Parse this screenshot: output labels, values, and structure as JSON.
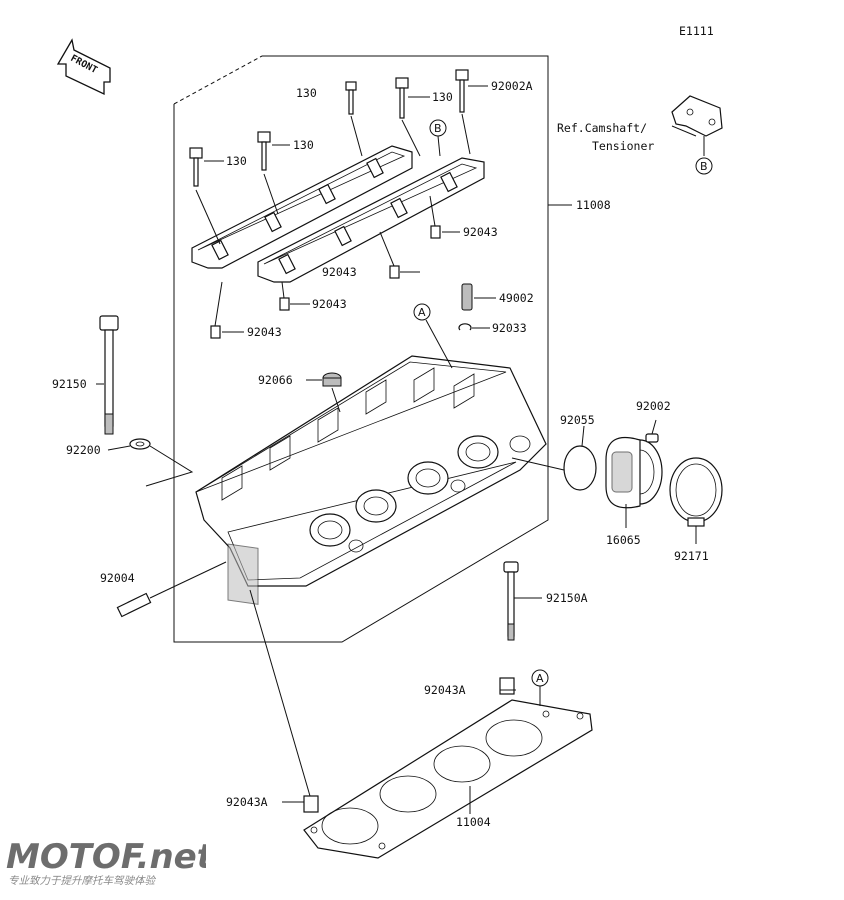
{
  "diagram_code": "E1111",
  "front_arrow_label": "FRONT",
  "reference_note": {
    "line1": "Ref.Camshaft/",
    "line2": "Tensioner"
  },
  "callouts": {
    "a": "A",
    "b": "B"
  },
  "parts": [
    {
      "id": "p130a",
      "label": "130"
    },
    {
      "id": "p130b",
      "label": "130"
    },
    {
      "id": "p130c",
      "label": "130"
    },
    {
      "id": "p130d",
      "label": "130"
    },
    {
      "id": "p92002A",
      "label": "92002A"
    },
    {
      "id": "p11008",
      "label": "11008"
    },
    {
      "id": "p92043a",
      "label": "92043"
    },
    {
      "id": "p92043b",
      "label": "92043"
    },
    {
      "id": "p92043c",
      "label": "92043"
    },
    {
      "id": "p92043d",
      "label": "92043"
    },
    {
      "id": "p49002",
      "label": "49002"
    },
    {
      "id": "p92033",
      "label": "92033"
    },
    {
      "id": "p92150",
      "label": "92150"
    },
    {
      "id": "p92066",
      "label": "92066"
    },
    {
      "id": "p92200",
      "label": "92200"
    },
    {
      "id": "p92055",
      "label": "92055"
    },
    {
      "id": "p92002",
      "label": "92002"
    },
    {
      "id": "p16065",
      "label": "16065"
    },
    {
      "id": "p92171",
      "label": "92171"
    },
    {
      "id": "p92004",
      "label": "92004"
    },
    {
      "id": "p92150A",
      "label": "92150A"
    },
    {
      "id": "p92043A1",
      "label": "92043A"
    },
    {
      "id": "p92043A2",
      "label": "92043A"
    },
    {
      "id": "p11004",
      "label": "11004"
    }
  ],
  "watermark": {
    "brand": "MOTOF.net",
    "tagline": "专业致力于提升摩托车驾驶体验"
  }
}
